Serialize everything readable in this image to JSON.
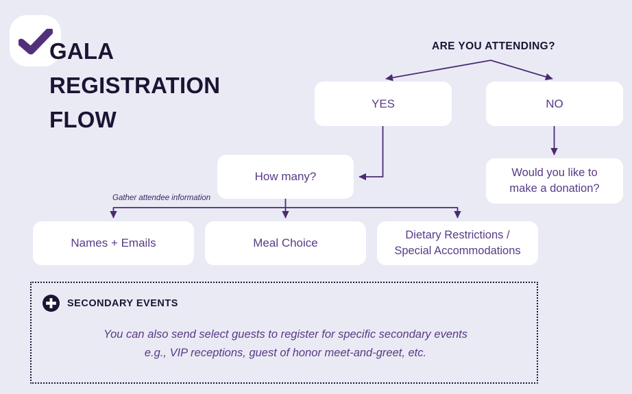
{
  "brand": {
    "logo_icon": "checkmark-icon",
    "title_lines": [
      "GALA",
      "REGISTRATION",
      "FLOW"
    ]
  },
  "flow": {
    "question": "ARE YOU ATTENDING?",
    "nodes": {
      "yes": "YES",
      "no": "NO",
      "how_many": "How many?",
      "donation_line1": "Would you like to",
      "donation_line2": "make a donation?",
      "names_emails": "Names + Emails",
      "meal_choice": "Meal Choice",
      "dietary_line1": "Dietary Restrictions /",
      "dietary_line2": "Special Accommodations"
    },
    "connector_label": "Gather attendee information"
  },
  "callout": {
    "icon": "plus-circle-icon",
    "title": "SECONDARY EVENTS",
    "body_line1": "You can also send select guests to register for specific secondary events",
    "body_line2": "e.g., VIP receptions, guest of honor meet-and-greet, etc."
  },
  "colors": {
    "background": "#eaeaf5",
    "node_fill": "#ffffff",
    "node_text": "#583a86",
    "heading": "#1b1433",
    "connector": "#4a2a72",
    "accent_check": "#52307c"
  }
}
